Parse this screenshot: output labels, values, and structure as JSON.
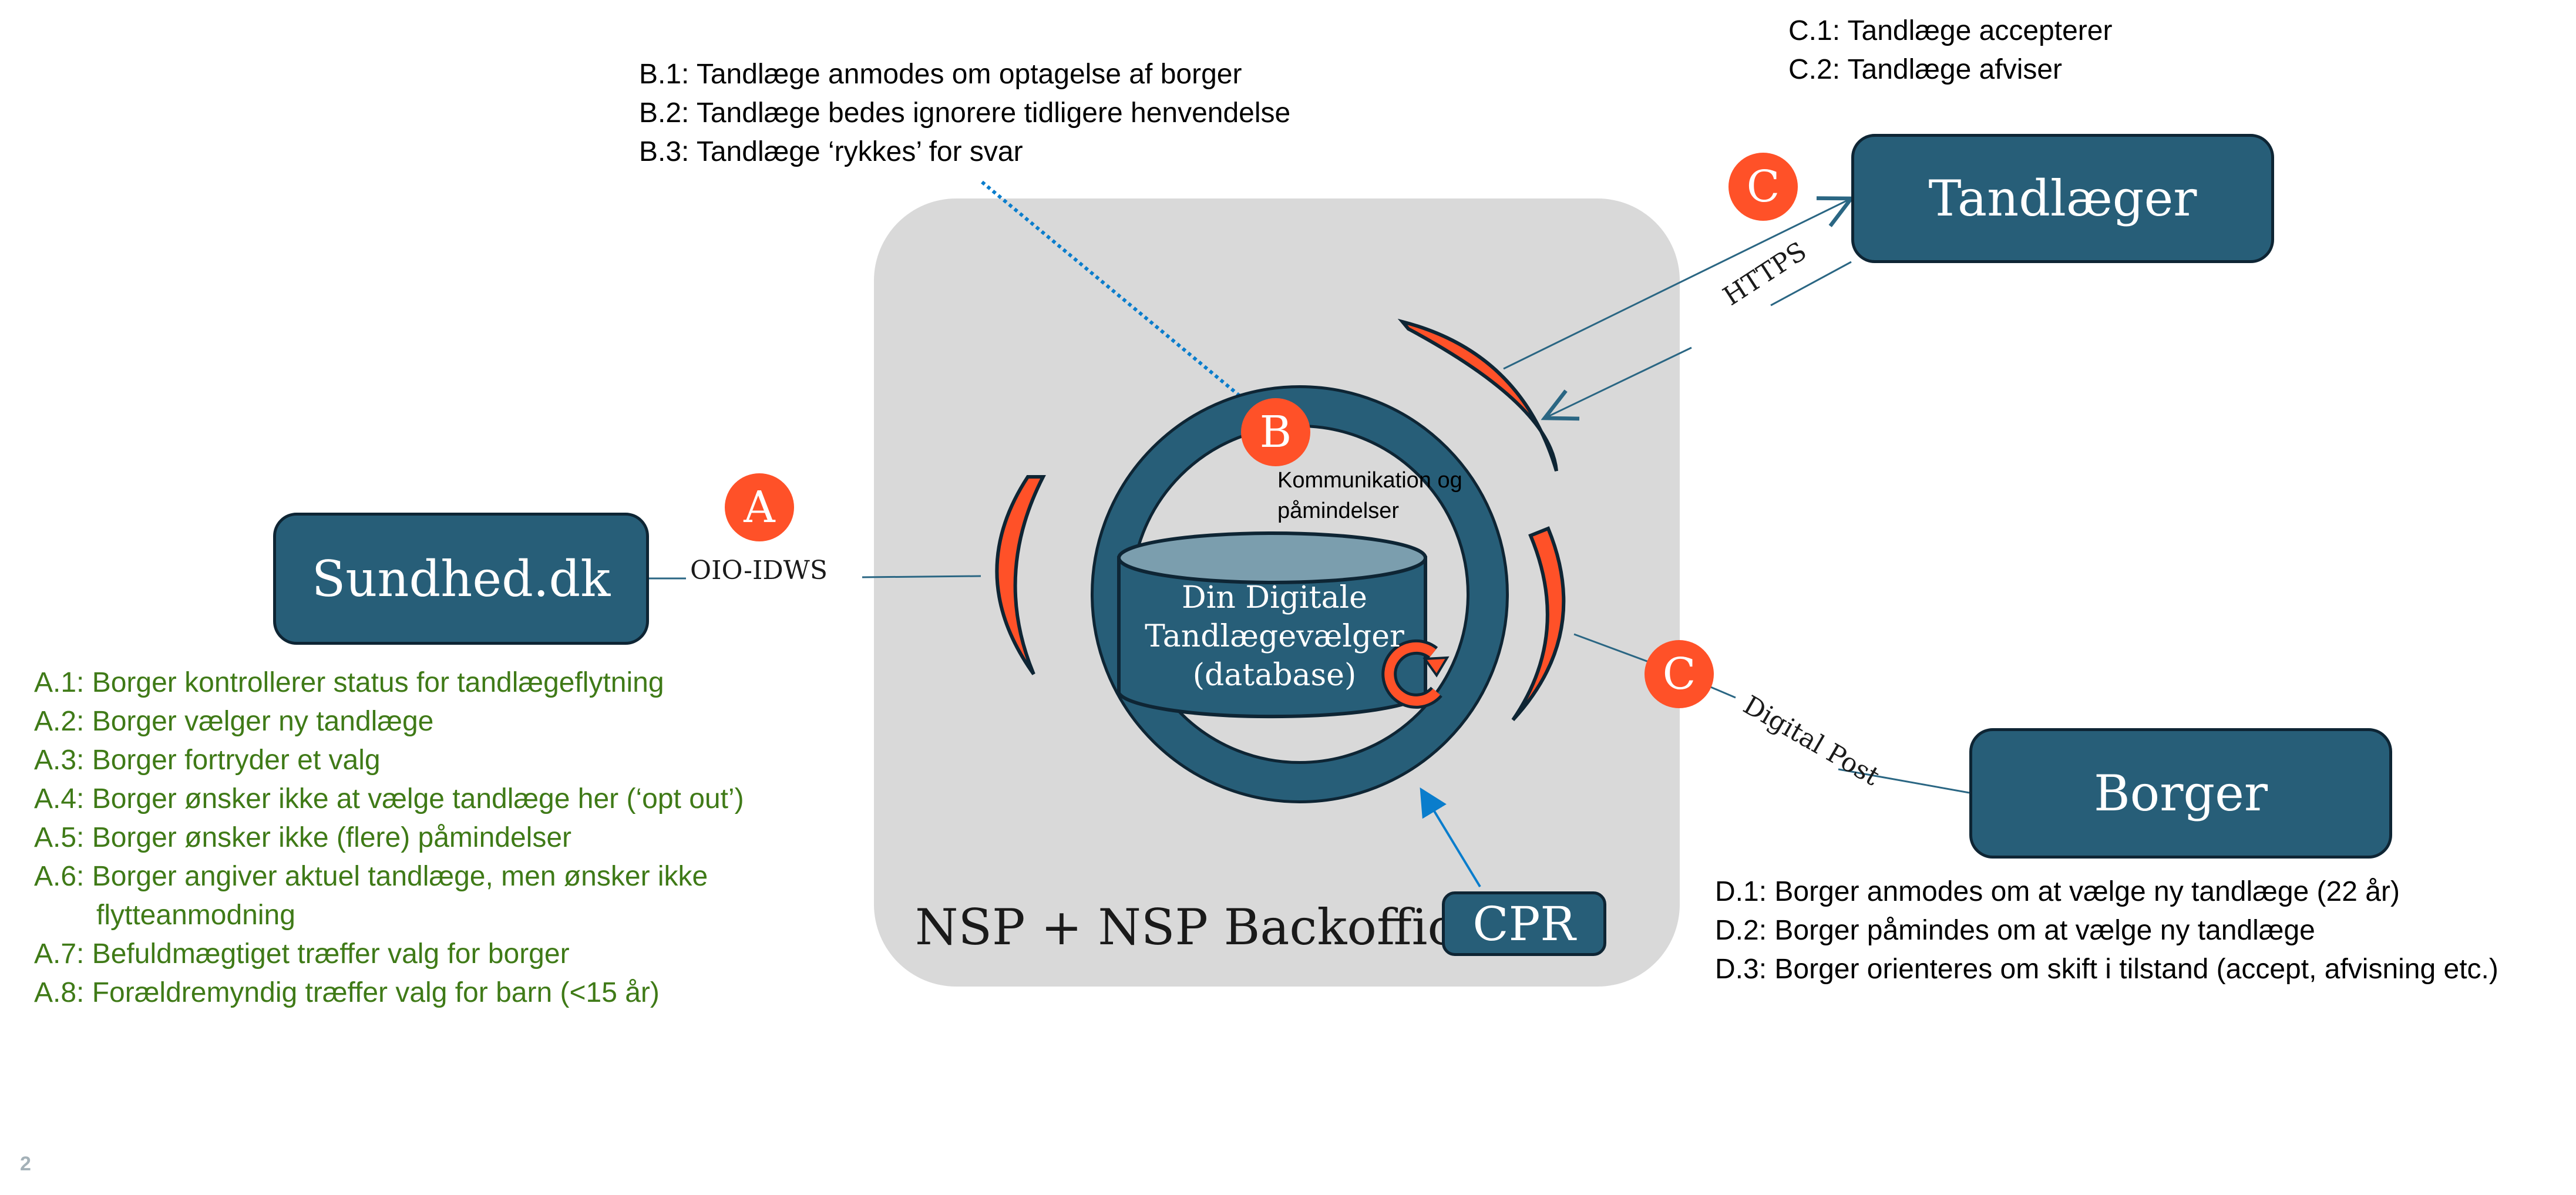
{
  "diagram": {
    "container_label": "NSP + NSP Backoffice",
    "nodes": {
      "sundhed": "Sundhed.dk",
      "tandlaeger": "Tandlæger",
      "borger": "Borger",
      "cpr": "CPR"
    },
    "database": {
      "lines": [
        "Din Digitale",
        "Tandlægevælger",
        "(database)"
      ]
    },
    "communication_label": [
      "Kommunikation og",
      "påmindelser"
    ],
    "badges": {
      "a": "A",
      "b": "B",
      "c_top": "C",
      "c_bottom": "C"
    },
    "connections": {
      "sundhed_nsp": "OIO-IDWS",
      "tandlaeger_nsp": "HTTPS",
      "borger_nsp": "Digital Post"
    },
    "colors": {
      "node_fill": "#275e78",
      "node_border": "#0e2534",
      "accent_orange": "#ff5128",
      "container_gray": "#d9d9d9",
      "db_top": "#7b9eae",
      "list_a_green": "#3f7a17",
      "cpr_arrow_blue": "#0a7dcc"
    }
  },
  "lists": {
    "a": [
      "A.1: Borger kontrollerer status for tandlægeflytning",
      "A.2: Borger vælger ny tandlæge",
      "A.3: Borger fortryder et valg",
      "A.4: Borger ønsker ikke at vælge tandlæge her (‘opt out’)",
      "A.5: Borger ønsker ikke (flere) påmindelser",
      "A.6: Borger angiver aktuel tandlæge, men ønsker ikke",
      "flytteanmodning",
      "A.7: Befuldmægtiget træffer valg for borger",
      "A.8: Forældremyndig træffer valg for barn (<15 år)"
    ],
    "b": [
      "B.1: Tandlæge anmodes om optagelse af borger",
      "B.2: Tandlæge bedes ignorere tidligere henvendelse",
      "B.3: Tandlæge ‘rykkes’ for svar"
    ],
    "c": [
      "C.1: Tandlæge accepterer",
      "C.2: Tandlæge afviser"
    ],
    "d": [
      "D.1: Borger anmodes om at vælge ny tandlæge (22 år)",
      "D.2: Borger påmindes om at vælge ny tandlæge",
      "D.3: Borger orienteres om skift i tilstand (accept, afvisning etc.)"
    ]
  },
  "page_number": "2"
}
